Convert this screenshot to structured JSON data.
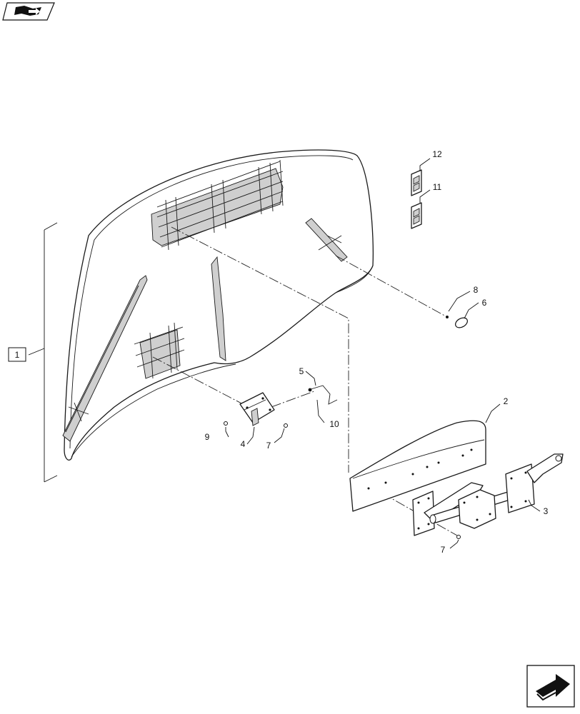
{
  "callouts": [
    {
      "id": "1",
      "text": "1"
    },
    {
      "id": "2",
      "text": "2"
    },
    {
      "id": "3",
      "text": "3"
    },
    {
      "id": "4",
      "text": "4"
    },
    {
      "id": "5",
      "text": "5"
    },
    {
      "id": "6",
      "text": "6"
    },
    {
      "id": "7a",
      "text": "7"
    },
    {
      "id": "7b",
      "text": "7"
    },
    {
      "id": "8",
      "text": "8"
    },
    {
      "id": "9",
      "text": "9"
    },
    {
      "id": "10",
      "text": "10"
    },
    {
      "id": "11",
      "text": "11"
    },
    {
      "id": "12",
      "text": "12"
    }
  ],
  "icons": {
    "top_left": "manual-book-icon",
    "bottom_right": "next-page-arrow-icon"
  }
}
